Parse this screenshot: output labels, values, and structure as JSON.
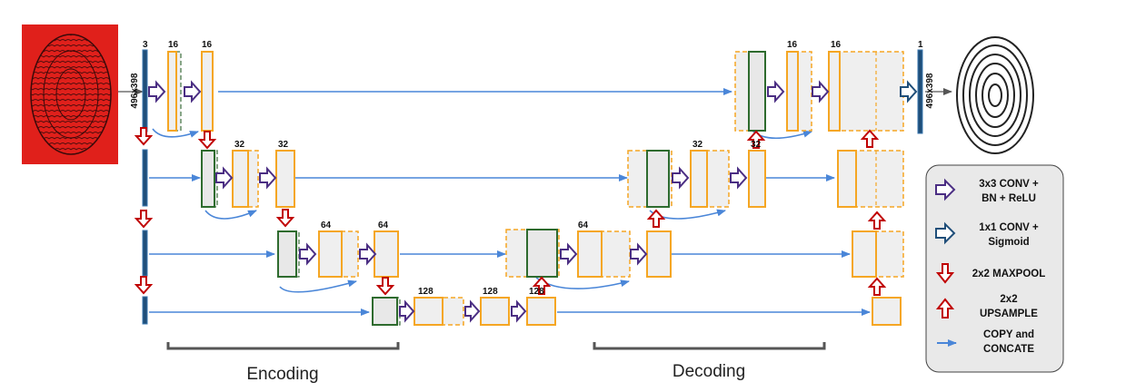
{
  "input_size_label": "496x398",
  "output_size_label": "496x398",
  "channels": {
    "enc1_in": "3",
    "enc1_a": "16",
    "enc1_b": "16",
    "enc2_a": "32",
    "enc2_b": "32",
    "enc3_a": "64",
    "enc3_b": "64",
    "bott_a": "128",
    "bott_b": "128",
    "bott_c": "128",
    "dec3": "64",
    "dec2_a": "32",
    "dec2_b": "32",
    "dec1_a": "16",
    "dec1_b": "16",
    "out": "1"
  },
  "section_labels": {
    "encoding": "Encoding",
    "decoding": "Decoding"
  },
  "legend": {
    "conv_bn_relu": [
      "3x3 CONV +",
      "BN + ReLU"
    ],
    "conv_sigmoid": [
      "1x1 CONV +",
      "Sigmoid"
    ],
    "maxpool": [
      "2x2 MAXPOOL"
    ],
    "upsample": [
      "2x2",
      "UPSAMPLE"
    ],
    "copy_concat": [
      "COPY and",
      "CONCATE"
    ]
  },
  "colors": {
    "conv_arrow": "#4b2e83",
    "sigmoid_arrow": "#1f4e79",
    "pool_arrow": "#c00000",
    "up_arrow": "#c00000",
    "copy_arrow": "#4a86d8",
    "block_border": "#f5a623",
    "input_background": "#e0201b"
  },
  "icons": {
    "input_image": "red-fingerprint-image",
    "output_image": "fingerprint-image"
  }
}
